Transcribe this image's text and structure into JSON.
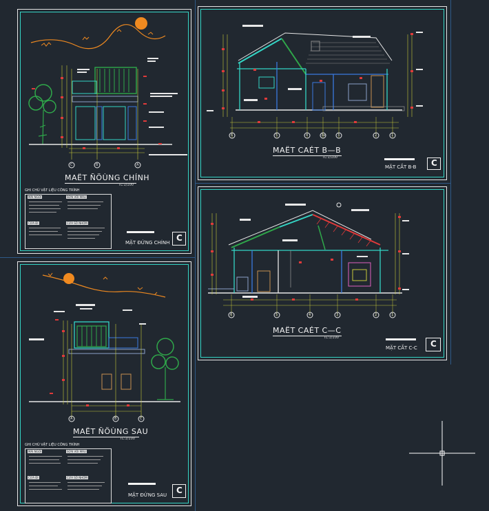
{
  "sheets": {
    "front": {
      "title": "MAËT ÑÖÙNG CHÍNH",
      "scale": "TL:1/100",
      "stamp": "MẶT ĐỨNG CHÍNH",
      "grid_axes": [
        "C",
        "B",
        "A"
      ],
      "notes_heading": "GHI CHÚ VẬT LIỆU CÔNG TRÌNH",
      "notes_labels": [
        "MÁI NGÓI",
        "SƠN VÔI MÀU",
        "CỬA ĐI",
        "CỬA SỔ NHÔM"
      ]
    },
    "rear": {
      "title": "MAËT ÑÖÙNG SAU",
      "scale": "TL:1/100",
      "stamp": "MẶT ĐỨNG SAU",
      "grid_axes": [
        "A",
        "B",
        "C"
      ],
      "notes_heading": "GHI CHÚ VẬT LIỆU CÔNG TRÌNH",
      "notes_labels": [
        "MÁI NGÓI",
        "SƠN VÔI MÀU",
        "CỬA ĐI",
        "CỬA SỔ NHÔM"
      ]
    },
    "section_bb": {
      "title": "MAËT CAÉT B—B",
      "scale": "TL:1/100",
      "stamp": "MẶT CẮT B-B",
      "grid_axes": [
        "6",
        "5",
        "4",
        "3a",
        "3",
        "2",
        "1"
      ]
    },
    "section_cc": {
      "title": "MAËT CAÉT C—C",
      "scale": "TL:1/100",
      "stamp": "MẶT CẮT C-C",
      "grid_axes": [
        "6",
        "5",
        "4",
        "3",
        "2",
        "1"
      ]
    }
  },
  "colors": {
    "background": "#212830",
    "frame": "#e8e8e8",
    "inner_frame": "#34d6c6",
    "dimension": "#c8c83a",
    "marker": "#e03a3a",
    "roof_orange": "#f08a20",
    "cyan": "#34d6c6",
    "tree": "#2fa84a"
  },
  "logo_glyph": "C"
}
